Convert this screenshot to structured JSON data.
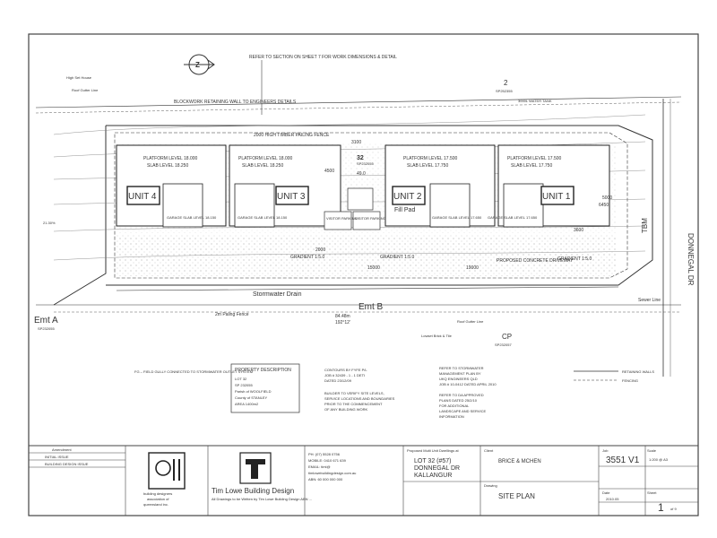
{
  "drawing": {
    "title_refs": {
      "section_note": "REFER TO SECTION ON SHEET 7 FOR WORK DIMENSIONS & DETAIL",
      "retaining_note": "BLOCKWORK RETAINING WALL TO ENGINEERS DETAILS",
      "fence_note": "2000 HIGH TIMBER PAILING FENCE",
      "high_set_house": "High Set House",
      "roof_gutter": "Roof Gutter Line",
      "lot_2": "2",
      "lot_2_ref": "SP252355",
      "lot_32": "32",
      "lot_32_ref": "SP232055",
      "north_label": "Z",
      "existing_tank": "3000L WATER TANK"
    },
    "units": [
      {
        "name": "UNIT 4",
        "platform": "PLATFORM LEVEL 18.000",
        "slab": "SLAB LEVEL 18.250",
        "garage": "GARAGE SLAB LEVEL 18.150"
      },
      {
        "name": "UNIT 3",
        "platform": "PLATFORM LEVEL 18.000",
        "slab": "SLAB LEVEL 18.250",
        "garage": "GARAGE SLAB LEVEL 18.150"
      },
      {
        "name": "UNIT 2",
        "platform": "PLATFORM LEVEL 17.500",
        "slab": "SLAB LEVEL 17.750",
        "garage": "GARAGE SLAB LEVEL 17.650"
      },
      {
        "name": "UNIT 1",
        "platform": "PLATFORM LEVEL 17.500",
        "slab": "SLAB LEVEL 17.750",
        "garage": "GARAGE SLAB LEVEL 17.650"
      }
    ],
    "site_labels": {
      "visitor_1": "VISITOR PARKING",
      "visitor_2": "VISITOR PARKING",
      "fill_pad": "Fill Pad",
      "gradient_1": "GRADIENT 1:5.0",
      "gradient_2": "GRADIENT 1:5.0",
      "gradient_3": "GRADIENT 1:5.0",
      "proposed_driveway": "PROPOSED CONCRETE DRIVEWAY",
      "stormwater_drain": "Stormwater Drain",
      "emt_a": "Emt A",
      "emt_a_ref": "SP232055",
      "emt_b": "Emt B",
      "cp": "CP",
      "cp_ref": "SP232057",
      "paling_fence": "2m Paling Fence",
      "tbm": "TBM",
      "street": "DONNEGAL DR",
      "sewer_line": "Sewer Line",
      "bearing": "84.48m",
      "bearing_2": "192°12'",
      "dims": [
        "4500",
        "3100",
        "2000",
        "6450",
        "3600",
        "5000",
        "15000",
        "19000",
        "21.30%",
        "49.0"
      ],
      "roof_gutter_2": "Roof Gutter Line",
      "lowset_brick": "Lowset Brick & Tile"
    },
    "notes": {
      "fg_note": "FG – FIELD GULLY CONNECTED TO STORMWATER OUTLET SYSTEM",
      "property_title": "PROPERTY DESCRIPTION",
      "property_lines": [
        "LOT 32",
        "SP 232055",
        "Parish of WOOLFIELD",
        "County of STANLEY",
        "AREA 1400m2"
      ],
      "contours": [
        "CONTOURS BY FYFE P/L",
        "JOB # 32439 - 1 - 1 DETI",
        "DATED 23/12/09"
      ],
      "builder": [
        "BUILDER TO VERIFY SITE LEVELS,",
        "SERVICE LOCATIONS AND BOUNDARIES",
        "PRIOR TO THE COMMENCEMENT",
        "OF ANY BUILDING WORK"
      ],
      "stormwater": [
        "REFER TO STORMWATER",
        "MANAGEMENT PLAN BY",
        "UKQ ENGINEERS QLD",
        "JOB # 10-0412 DATED APRIL 2010"
      ],
      "da": [
        "REFER TO DA APPROVED",
        "PLANS DATED 25/2/10",
        "FOR ADDITIONAL",
        "LANDSCAPE AND SERVICE",
        "INFORMATION"
      ],
      "legend_walls": "RETAINING WALLS",
      "legend_fencing": "FENCING"
    },
    "title_block": {
      "rev_header": "Amendment",
      "rev_row": "INITIAL ISSUE",
      "rev_row_2": "BUILDING DESIGN ISSUE",
      "bdaq_line1": "building designers",
      "bdaq_line2": "association of",
      "bdaq_line3": "queensland inc.",
      "company": "Tim Lowe Building Design",
      "company_sub": "All Drawings to be Written by Tim Lowe Building Design ABN ...",
      "contact": [
        "PH: (07) 5528 0756",
        "MOBILE: 0410 671 639",
        "EMAIL: timl@",
        "timlowebuildingdesign.com.au",
        "ABN: 60 000 000 000"
      ],
      "project_label": "Proposed Multi Unit Dwellings at",
      "project_lines": [
        "LOT 32 (#57)",
        "DONNEGAL DR",
        "KALLANGUR"
      ],
      "client_label": "Client",
      "client": "BRICE & MCHEN",
      "drawing_label": "Drawing",
      "drawing": "SITE PLAN",
      "job_label": "Job",
      "job_no": "3551 V1",
      "scale_label": "Scale",
      "scale": "1:200 @ A3",
      "date_label": "Date",
      "date": "2010.05",
      "sheet_label": "Sheet",
      "sheet": "1",
      "sheet_of": "of 9"
    }
  }
}
